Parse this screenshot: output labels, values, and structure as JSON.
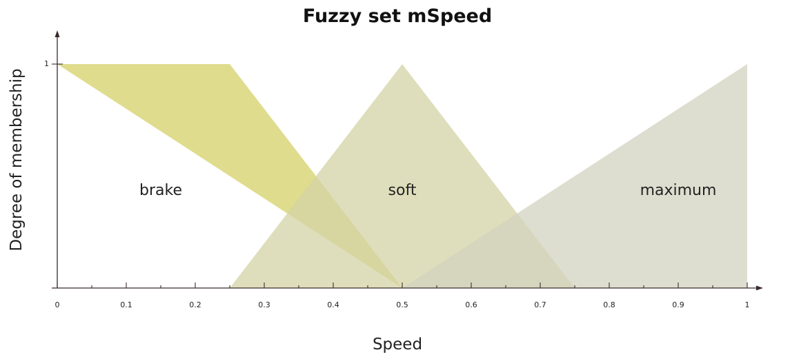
{
  "chart_data": {
    "type": "area",
    "title": "Fuzzy set mSpeed",
    "xlabel": "Speed",
    "ylabel": "Degree of membership",
    "xlim": [
      0,
      1
    ],
    "ylim": [
      0,
      1
    ],
    "x_ticks": [
      "0",
      "0.1",
      "0.2",
      "0.3",
      "0.4",
      "0.5",
      "0.6",
      "0.7",
      "0.8",
      "0.9",
      "1"
    ],
    "y_ticks": [
      "1"
    ],
    "grid": false,
    "legend": "none",
    "series": [
      {
        "name": "brake",
        "color": "#d9d67a",
        "points": [
          [
            0,
            1
          ],
          [
            0.25,
            1
          ],
          [
            0.5,
            0
          ]
        ]
      },
      {
        "name": "soft",
        "color": "#d4d3a6",
        "points": [
          [
            0.25,
            0
          ],
          [
            0.5,
            1
          ],
          [
            0.75,
            0
          ]
        ]
      },
      {
        "name": "maximum",
        "color": "#d3d3c0",
        "points": [
          [
            0.5,
            0
          ],
          [
            1,
            1
          ],
          [
            1,
            0
          ]
        ]
      }
    ],
    "annotations": [
      {
        "text": "brake",
        "x": 0.15,
        "y": 0.44
      },
      {
        "text": "soft",
        "x": 0.5,
        "y": 0.44
      },
      {
        "text": "maximum",
        "x": 0.9,
        "y": 0.44
      }
    ]
  }
}
